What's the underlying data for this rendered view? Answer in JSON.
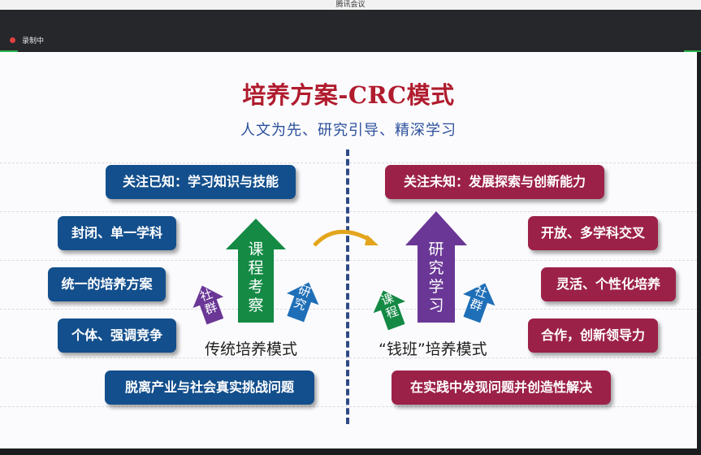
{
  "window": {
    "title": "腾讯会议",
    "recording_label": "录制中"
  },
  "slide": {
    "title": "培养方案-CRC模式",
    "subtitle": "人文为先、研究引导、精深学习",
    "left": {
      "top_box": "关注已知：学习知识与技能",
      "boxes": [
        "封闭、单一学科",
        "统一的培养方案",
        "个体、强调竞争"
      ],
      "bottom_box": "脱离产业与社会真实挑战问题",
      "main_arrow": "课程考察",
      "small_left": "社群",
      "small_right": "研究",
      "mode_label": "传统培养模式"
    },
    "right": {
      "top_box": "关注未知：发展探索与创新能力",
      "boxes": [
        "开放、多学科交叉",
        "灵活、个性化培养",
        "合作，创新领导力"
      ],
      "bottom_box": "在实践中发现问题并创造性解决",
      "main_arrow": "研究学习",
      "small_left": "课程",
      "small_right": "社群",
      "mode_label": "“钱班”培养模式"
    }
  },
  "colors": {
    "title_red": "#b01c2e",
    "subtitle_blue": "#2b4f9c",
    "box_blue": "#134f8c",
    "box_red": "#9c2148",
    "arrow_green": "#148a45",
    "arrow_purple": "#6a3796",
    "arrow_blue": "#1f6fb8",
    "curve_gold": "#e3a51c"
  }
}
